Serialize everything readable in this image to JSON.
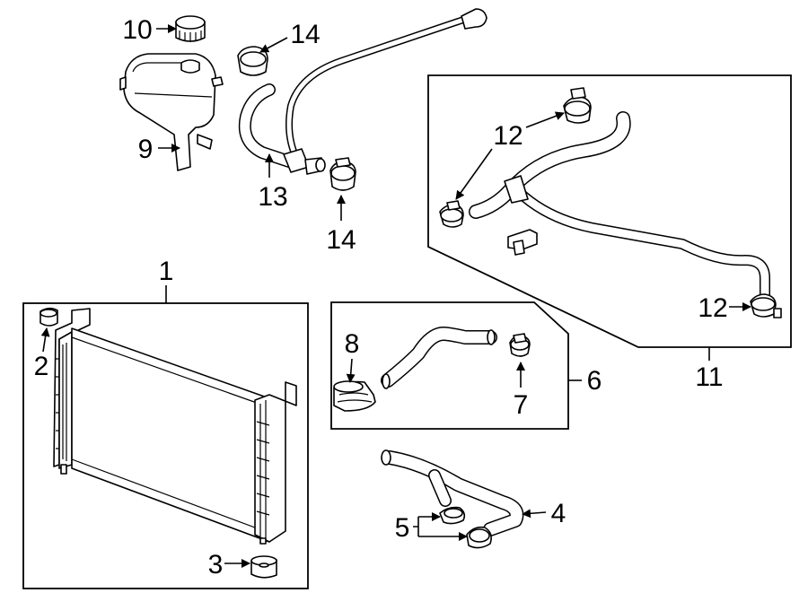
{
  "callouts": {
    "c1": "1",
    "c2": "2",
    "c3": "3",
    "c4": "4",
    "c5": "5",
    "c6": "6",
    "c7": "7",
    "c8": "8",
    "c9": "9",
    "c10": "10",
    "c11": "11",
    "c12a": "12",
    "c12b": "12",
    "c13": "13",
    "c14a": "14",
    "c14b": "14"
  },
  "colors": {
    "line": "#000000",
    "background": "#ffffff"
  }
}
